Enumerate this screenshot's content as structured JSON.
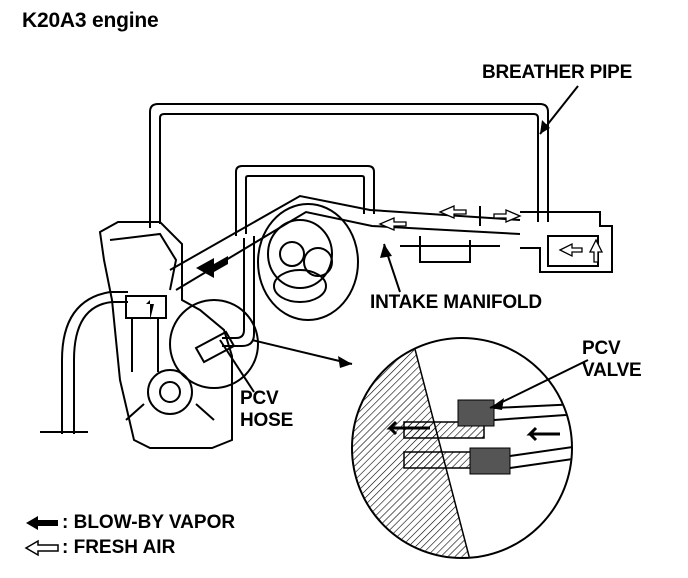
{
  "title": "K20A3 engine",
  "labels": {
    "breather_pipe": "BREATHER PIPE",
    "intake_manifold": "INTAKE MANIFOLD",
    "pcv_hose_line1": "PCV",
    "pcv_hose_line2": "HOSE",
    "pcv_valve_line1": "PCV",
    "pcv_valve_line2": "VALVE"
  },
  "legend": [
    {
      "icon": "solid-arrow-icon",
      "label": ": BLOW-BY VAPOR"
    },
    {
      "icon": "outline-arrow-icon",
      "label": ": FRESH AIR"
    }
  ]
}
